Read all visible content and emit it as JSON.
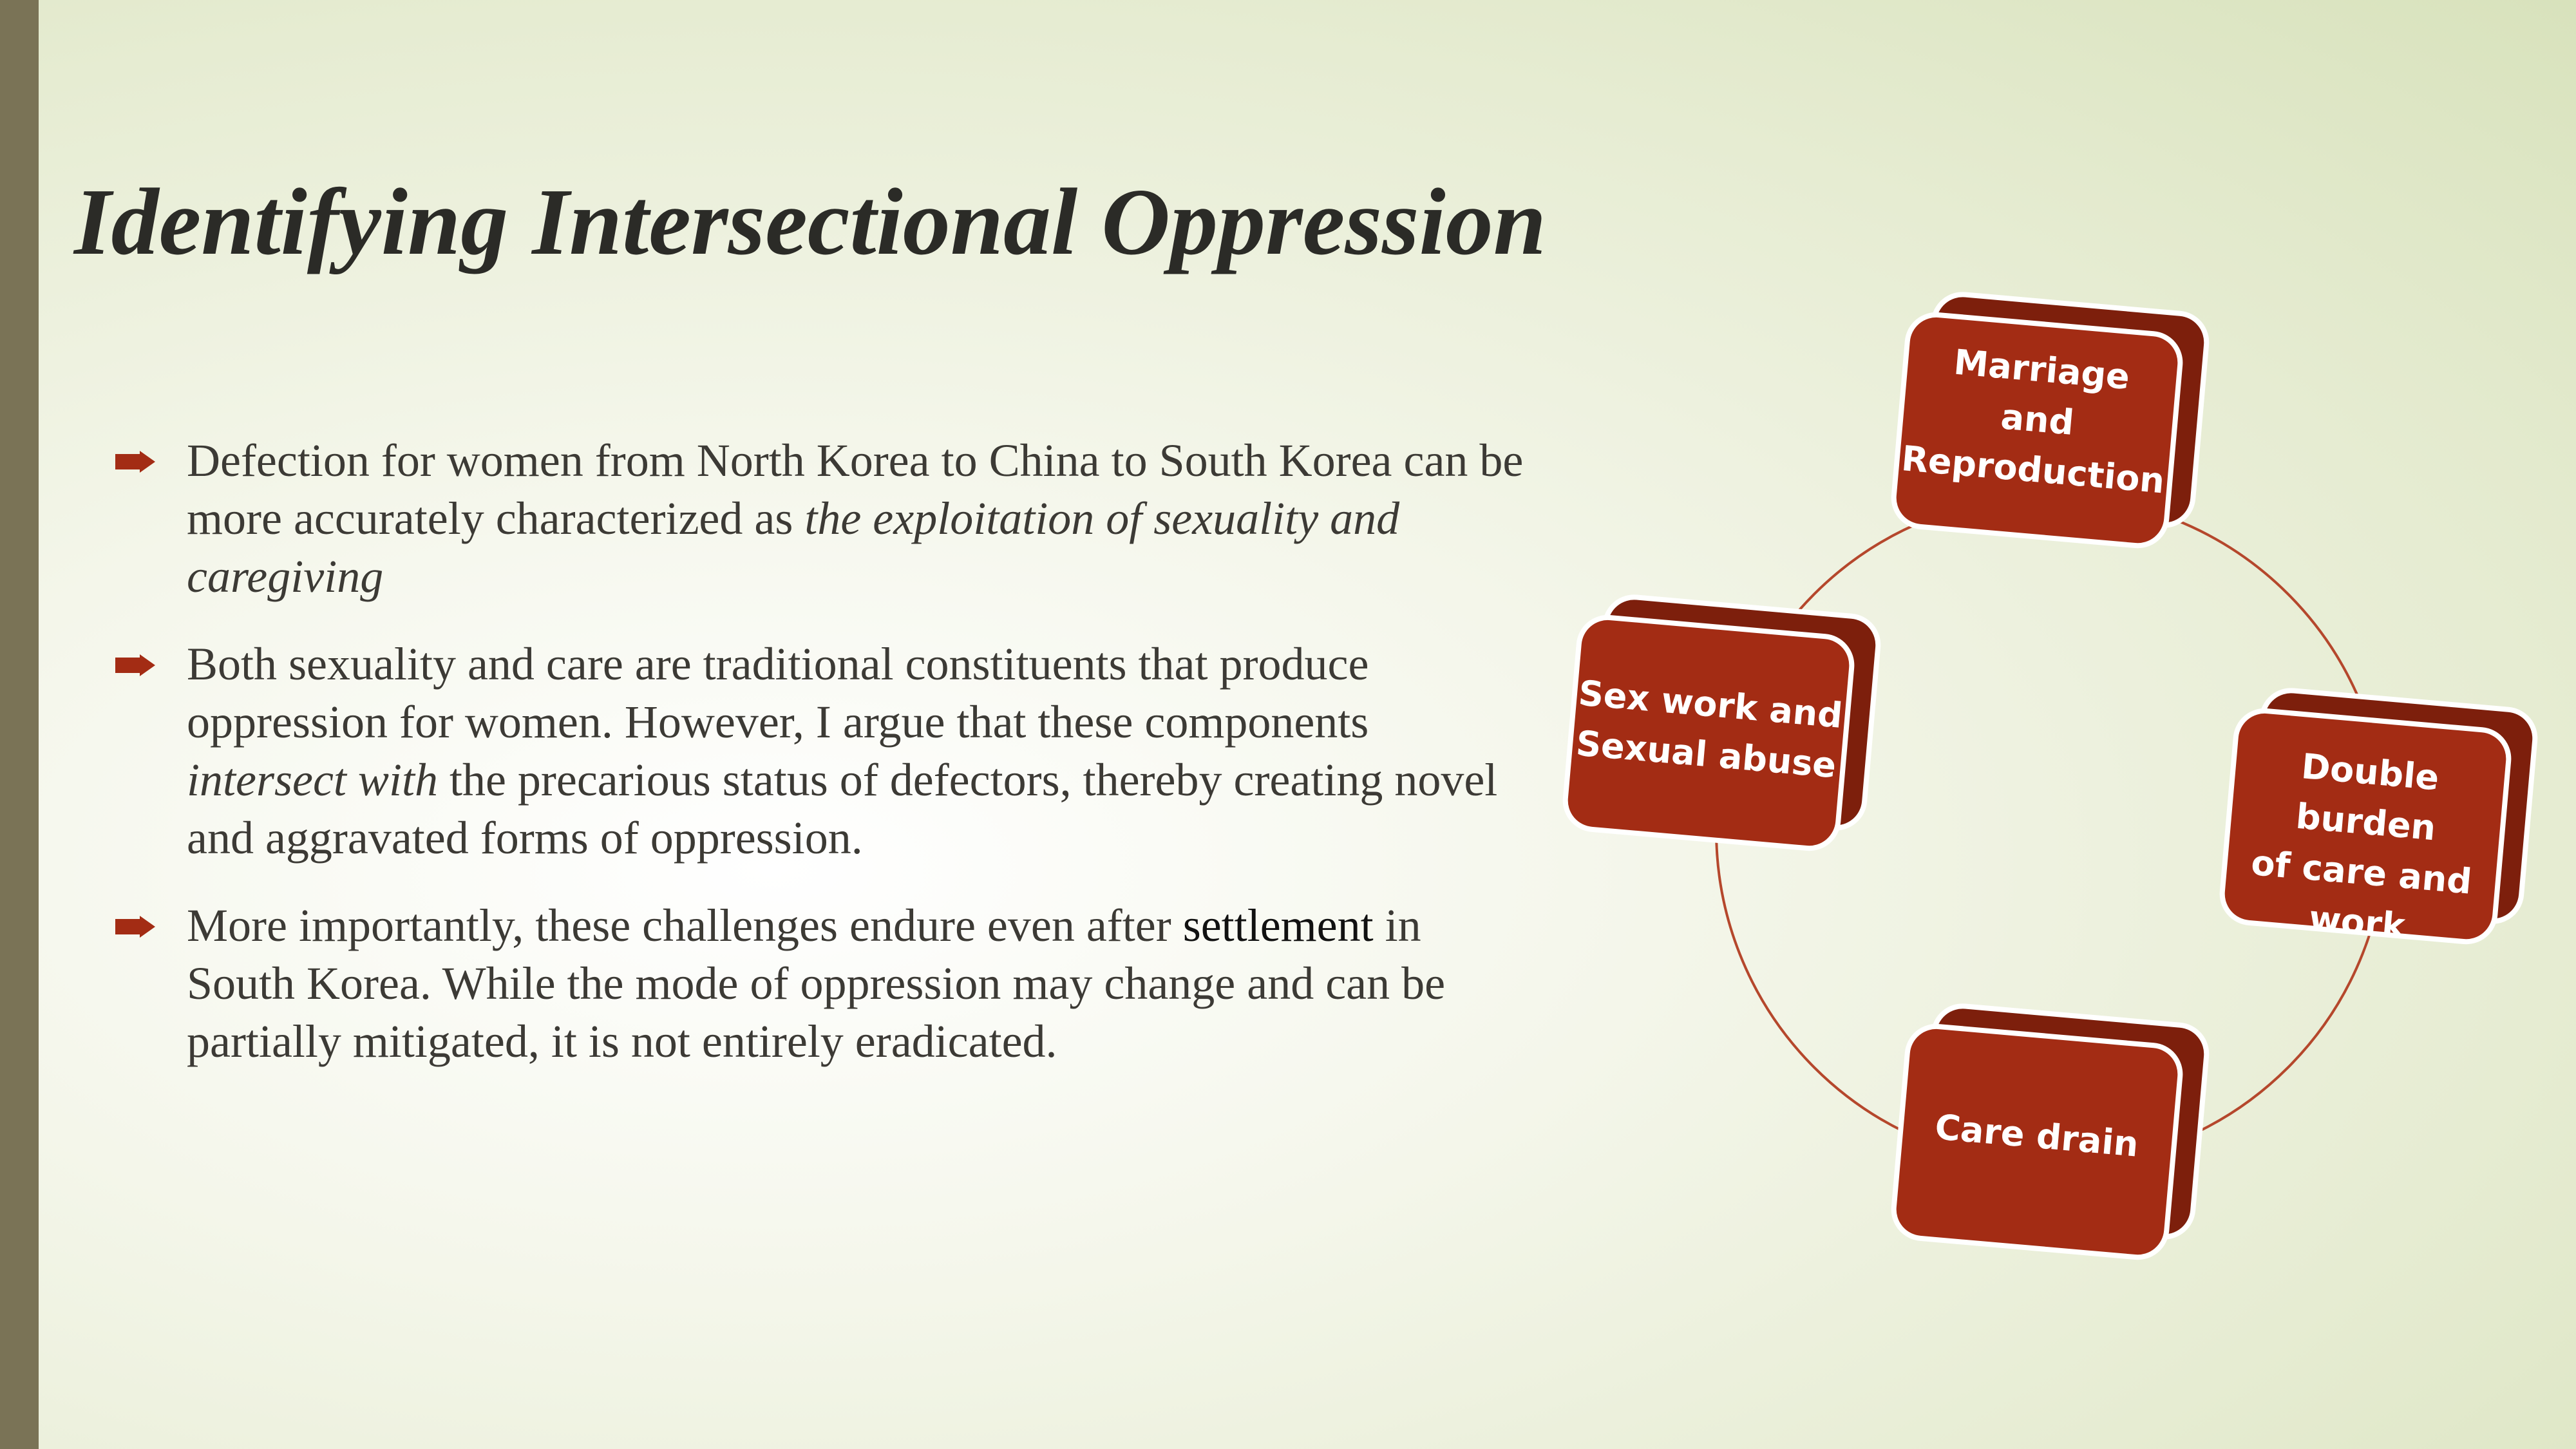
{
  "slide": {
    "title": "Identifying Intersectional Oppression"
  },
  "bullets": [
    {
      "parts": [
        {
          "text": "Defection for women from North Korea to China to South Korea can be more accurately characterized as ",
          "style": "normal"
        },
        {
          "text": "the exploitation of sexuality and caregiving",
          "style": "italic"
        }
      ]
    },
    {
      "parts": [
        {
          "text": "Both sexuality and care are traditional constituents that produce oppression for women. However, I argue that these components ",
          "style": "normal"
        },
        {
          "text": "intersect with",
          "style": "italic"
        },
        {
          "text": " the precarious status of defectors, thereby creating novel and aggravated forms of oppression.",
          "style": "normal"
        }
      ]
    },
    {
      "parts": [
        {
          "text": "More importantly, these challenges endure even after ",
          "style": "normal"
        },
        {
          "text": "settlement",
          "style": "dark"
        },
        {
          "text": " in South Korea. While the mode of oppression may change and can be partially mitigated, it is not entirely eradicated.",
          "style": "normal"
        }
      ]
    }
  ],
  "cycle": {
    "nodes": [
      {
        "id": "marriage",
        "lines": [
          "Marriage",
          "and",
          "Reproduction"
        ]
      },
      {
        "id": "double-burden",
        "lines": [
          "Double burden",
          "of care and",
          "work"
        ]
      },
      {
        "id": "care-drain",
        "lines": [
          "Care drain"
        ]
      },
      {
        "id": "sex-work",
        "lines": [
          "Sex work and",
          "Sexual abuse"
        ]
      }
    ]
  },
  "colors": {
    "accent": "#a32c14",
    "accent_dark": "#7d1f0c",
    "ring": "#b5472c",
    "left_bar": "#7a7356",
    "title": "#2b2b27",
    "body_text": "#3c3a35"
  }
}
